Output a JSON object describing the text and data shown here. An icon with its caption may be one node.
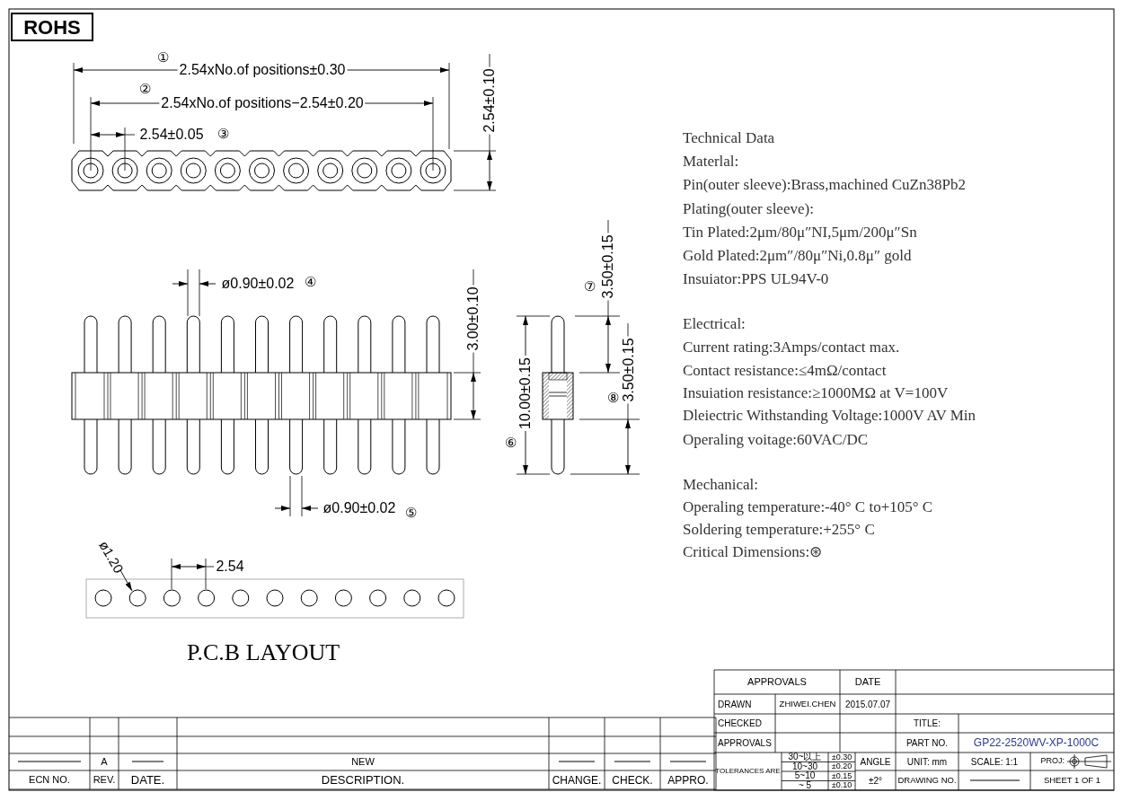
{
  "diagram": {
    "labels": [
      "ROHS",
      "①",
      "2.54xNo.of positions±0.30",
      "②",
      "2.54xNo.of positions−2.54±0.20",
      "2.54±0.05",
      "③",
      "2.54±0.10",
      "ø0.90±0.02",
      "④",
      "3.00±0.10",
      "ø0.90±0.02",
      "⑤",
      "⑦",
      "3.50±0.15",
      "⑥",
      "10.00±0.15",
      "⑧",
      "3.50±0.15",
      "ø1.20",
      "2.54",
      "P.C.B LAYOUT",
      "Technical Data",
      "Materlal:",
      "Pin(outer sleeve):Brass,machined CuZn38Pb2",
      "Plating(outer sleeve):",
      "Tin Plated:2μm/80μ″NI,5μm/200μ″Sn",
      "Gold Plated:2μm″/80μ″Ni,0.8μ″ gold",
      "Insuiator:PPS UL94V-0",
      "Electrical:",
      "Current rating:3Amps/contact max.",
      "Contact resistance:≤4mΩ/contact",
      "Insuiation resistance:≥1000MΩ at V=100V",
      "Dleiectric Withstanding Voltage:1000V AV Min",
      "Operaling voitage:60VAC/DC",
      "Mechanical:",
      "Operaling temperature:-40° C to+105° C",
      "Soldering temperature:+255° C",
      "Critical Dimensions:⊛",
      "A",
      "NEW",
      "ECN NO.",
      "REV.",
      "DATE.",
      "DESCRIPTION.",
      "CHANGE.",
      "CHECK.",
      "APPRO.",
      "APPROVALS",
      "DATE",
      "DRAWN",
      "ZHIWEI.CHEN",
      "2015.07.07",
      "CHECKED",
      "TITLE:",
      "APPROVALS",
      "PART NO.",
      "GP22-2520WV-XP-1000C",
      "TOLERANCES ARE",
      "30~以上",
      "±0.30",
      "ANGLE",
      "UNIT: mm",
      "SCALE: 1:1",
      "PROJ:",
      "10~30",
      "±0.20",
      "5~10",
      "±0.15",
      "±2°",
      "~ 5",
      "±0.10",
      "DRAWING NO.",
      "SHEET 1 OF 1"
    ]
  }
}
